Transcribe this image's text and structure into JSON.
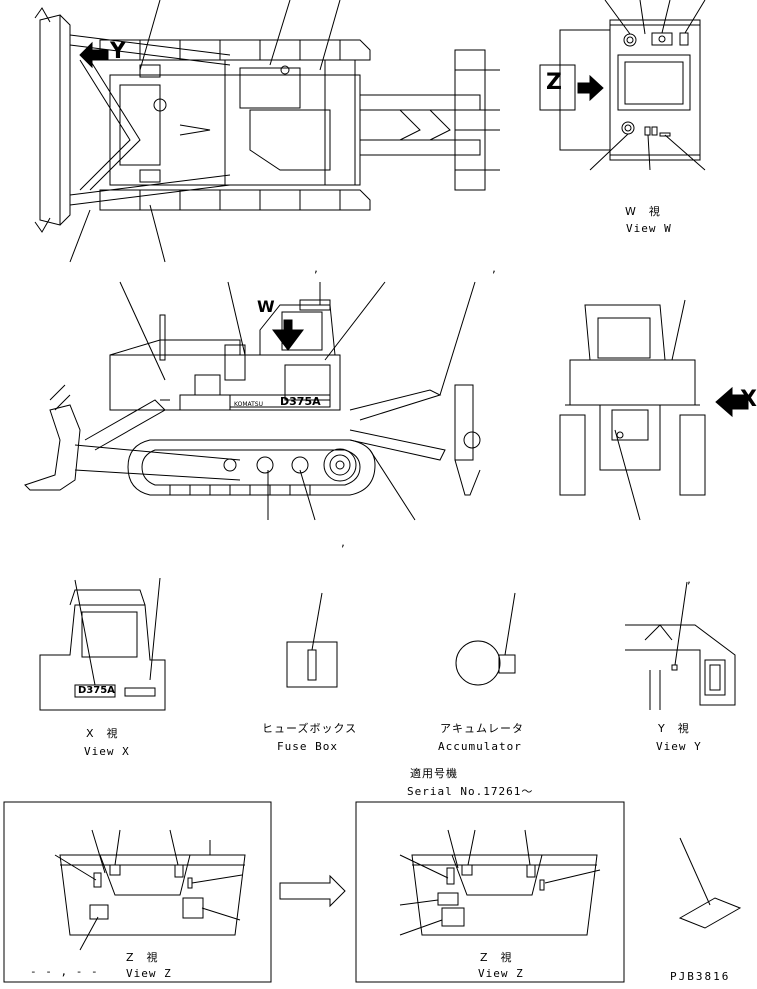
{
  "letters": {
    "y": "Y",
    "z": "Z",
    "w": "W",
    "x": "X"
  },
  "model_badge": "D375A",
  "brand_badge": "KOMATSU",
  "captions": {
    "view_w_jp": "W　視",
    "view_w_en": "View W",
    "view_x_jp": "X　視",
    "view_x_en": "View X",
    "fuse_jp": "ヒューズボックス",
    "fuse_en": "Fuse Box",
    "acc_jp": "アキュムレータ",
    "acc_en": "Accumulator",
    "view_y_jp": "Y　視",
    "view_y_en": "View Y",
    "serial_jp": "適用号機",
    "serial_en": "Serial No.17261〜",
    "view_z1_jp": "Z　視",
    "view_z1_en": "View Z",
    "view_z2_jp": "Z　視",
    "view_z2_en": "View Z",
    "dash_marks": "- - , - -",
    "drawing_no": "PJB3816"
  },
  "marks": {
    "comma": ","
  }
}
